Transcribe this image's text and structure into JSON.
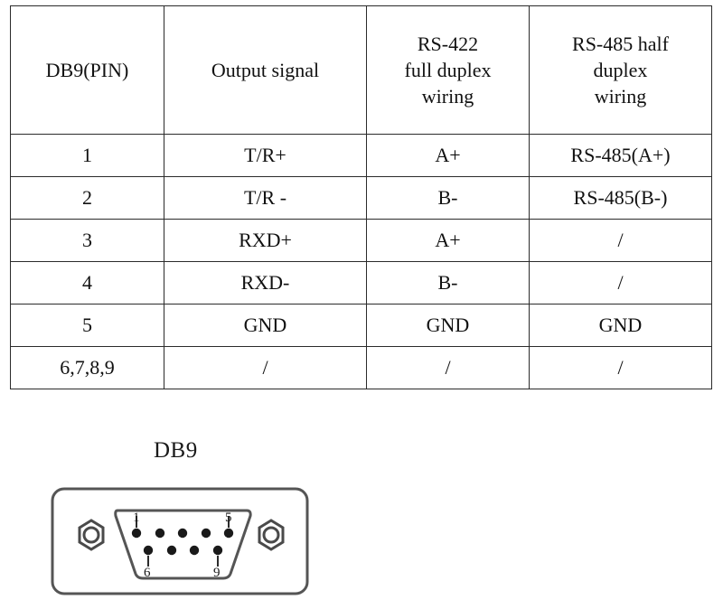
{
  "table": {
    "headers": [
      {
        "lines": [
          "DB9(PIN)"
        ]
      },
      {
        "lines": [
          "Output signal"
        ]
      },
      {
        "lines": [
          "RS-422",
          "full duplex",
          "wiring"
        ]
      },
      {
        "lines": [
          "RS-485 half",
          "duplex",
          "wiring"
        ]
      }
    ],
    "rows": [
      {
        "pin": "1",
        "signal": "T/R+",
        "rs422": "A+",
        "rs485": "RS-485(A+)"
      },
      {
        "pin": "2",
        "signal": "T/R -",
        "rs422": "B-",
        "rs485": "RS-485(B-)"
      },
      {
        "pin": "3",
        "signal": "RXD+",
        "rs422": "A+",
        "rs485": "/"
      },
      {
        "pin": "4",
        "signal": "RXD-",
        "rs422": "B-",
        "rs485": "/"
      },
      {
        "pin": "5",
        "signal": "GND",
        "rs422": "GND",
        "rs485": "GND"
      },
      {
        "pin": "6,7,8,9",
        "signal": "/",
        "rs422": "/",
        "rs485": "/"
      }
    ]
  },
  "figure": {
    "caption": "DB9",
    "pin_labels": {
      "top_left": "1",
      "top_right": "5",
      "bottom_left": "6",
      "bottom_right": "9"
    }
  },
  "colors": {
    "border": "#2b2b2b",
    "text": "#111111",
    "outline": "#555555",
    "pin_fill": "#1a1a1a",
    "background": "#ffffff"
  }
}
